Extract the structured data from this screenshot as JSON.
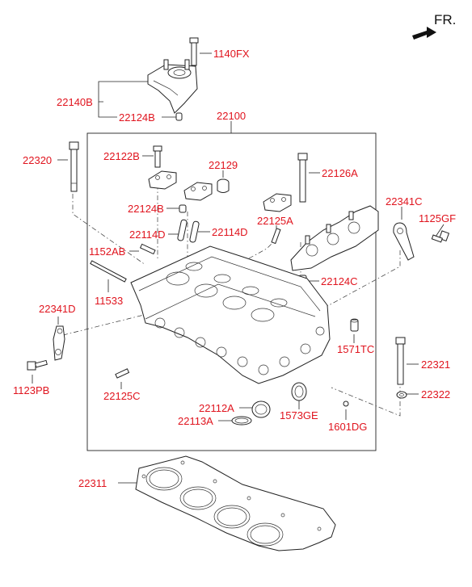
{
  "direction_label": "FR.",
  "labels": {
    "p1140FX": "1140FX",
    "p22140B": "22140B",
    "p22124B_top": "22124B",
    "p22100": "22100",
    "p22320": "22320",
    "p22122B": "22122B",
    "p22129": "22129",
    "p22126A": "22126A",
    "p22341C": "22341C",
    "p1125GF": "1125GF",
    "p22124B_mid": "22124B",
    "p22125A": "22125A",
    "p22114D_left": "22114D",
    "p22114D_right": "22114D",
    "p1152AB": "1152AB",
    "p22124C": "22124C",
    "p11533": "11533",
    "p22341D": "22341D",
    "p1571TC": "1571TC",
    "p22321": "22321",
    "p1123PB": "1123PB",
    "p22322": "22322",
    "p22125C": "22125C",
    "p22112A": "22112A",
    "p1573GE": "1573GE",
    "p22113A": "22113A",
    "p1601DG": "1601DG",
    "p22311": "22311"
  },
  "colors": {
    "label": "#e0141e",
    "line": "#222222"
  }
}
